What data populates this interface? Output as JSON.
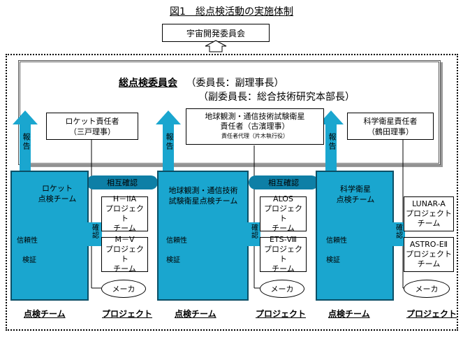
{
  "figure": {
    "title": "図1　総点検活動の実施体制"
  },
  "top_box": {
    "label": "宇宙開発委員会"
  },
  "committee": {
    "name": "総点検委員会",
    "chair": "（委員長：副理事長）",
    "vice_chair": "（副委員長：総合技術研究本部長）"
  },
  "responsibles": [
    {
      "line1": "ロケット責任者",
      "line2": "（三戸理事）",
      "line3": ""
    },
    {
      "line1": "地球観測・通信技術試験衛星",
      "line2": "責任者（古濱理事）",
      "line3": "責任者代理（片木執行役）"
    },
    {
      "line1": "科学衛星責任者",
      "line2": "（鶴田理事）",
      "line3": ""
    }
  ],
  "report_label": "報告",
  "mutual_label": "相互確認",
  "confirm_label": "確認",
  "teams": [
    {
      "line1": "ロケット",
      "line2": "点検チーム",
      "reliability": "信頼性",
      "verification": "検証"
    },
    {
      "line1": "地球観測・通信技術",
      "line2": "試験衛星点検チーム",
      "reliability": "信頼性",
      "verification": "検証"
    },
    {
      "line1": "科学衛星",
      "line2": "点検チーム",
      "reliability": "信頼性",
      "verification": "検証"
    }
  ],
  "projects": [
    {
      "line1": "H－IIA",
      "line2": "プロジェクト",
      "line3": "チーム"
    },
    {
      "line1": "M－V",
      "line2": "プロジェクト",
      "line3": "チーム"
    },
    {
      "line1": "ALOS",
      "line2": "プロジェクト",
      "line3": "チーム"
    },
    {
      "line1": "ETS-Ⅷ",
      "line2": "プロジェクト",
      "line3": "チーム"
    },
    {
      "line1": "LUNAR-A",
      "line2": "プロジェクト",
      "line3": "チーム"
    },
    {
      "line1": "ASTRO-EⅡ",
      "line2": "プロジェクト",
      "line3": "チーム"
    }
  ],
  "maker_label": "メーカ",
  "bottom_labels": {
    "team": "点検チーム",
    "project": "プロジェクト"
  },
  "colors": {
    "team_fill": "#1aa6cf",
    "team_border": "#0b4f66",
    "mutual_fill": "#0e7fa6"
  }
}
